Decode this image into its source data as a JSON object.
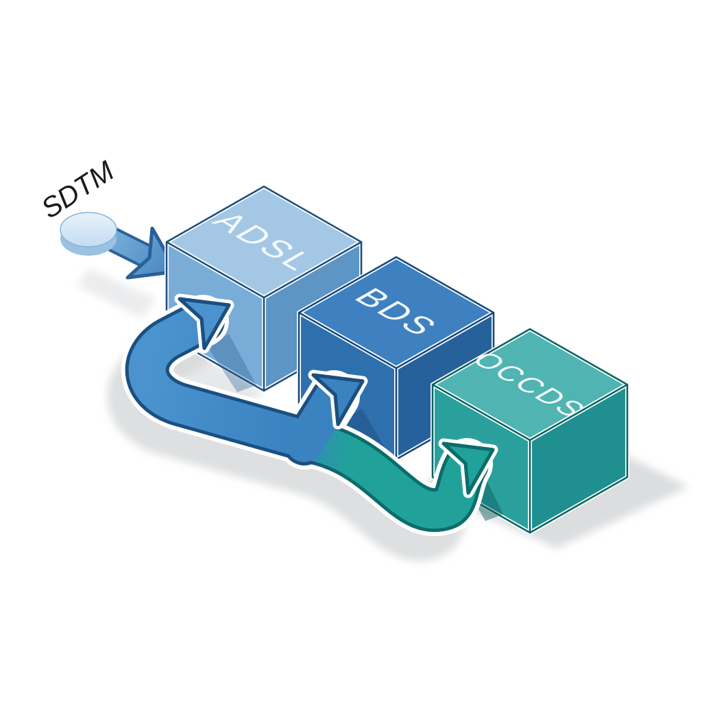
{
  "diagram": {
    "source_label": "SDTM",
    "source_text_color": "#1a1a1a",
    "background": "#ffffff",
    "label_color": "#f4f9fd",
    "shadow": "#d7d9db",
    "cubes": [
      {
        "label": "ADSL",
        "top": "#a4c7e5",
        "left": "#79add7",
        "right": "#5d95c5",
        "edge": "#1d4e7c"
      },
      {
        "label": "BDS",
        "top": "#3e80c0",
        "left": "#2e6fae",
        "right": "#27619c",
        "edge": "#17497a"
      },
      {
        "label": "OCCDS",
        "top": "#4fb4b2",
        "left": "#2aa09d",
        "right": "#1f908f",
        "edge": "#0a6362"
      }
    ],
    "ribbon": {
      "blue_light": "#4a93ce",
      "blue": "#3b82c1",
      "blue_dark": "#1b4f7f",
      "teal": "#20a29a",
      "teal_dark": "#0b6d6a"
    },
    "source_arrow": {
      "fill_light": "#7fb3dd",
      "fill": "#4886c0",
      "outline": "#2a6099"
    },
    "disc": {
      "top_light": "#e9f3fb",
      "top": "#c3dcf1",
      "side": "#9cc2e2",
      "outline": "#85b2d8"
    }
  }
}
